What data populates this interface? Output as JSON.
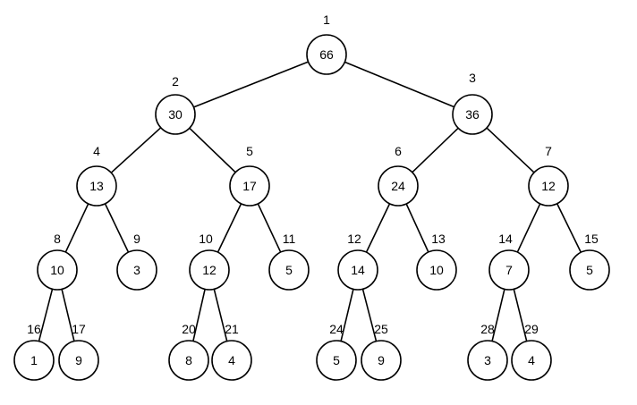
{
  "tree": {
    "nodes": [
      {
        "id": 1,
        "value": "66",
        "index_label": "1"
      },
      {
        "id": 2,
        "value": "30",
        "index_label": "2"
      },
      {
        "id": 3,
        "value": "36",
        "index_label": "3"
      },
      {
        "id": 4,
        "value": "13",
        "index_label": "4"
      },
      {
        "id": 5,
        "value": "17",
        "index_label": "5"
      },
      {
        "id": 6,
        "value": "24",
        "index_label": "6"
      },
      {
        "id": 7,
        "value": "12",
        "index_label": "7"
      },
      {
        "id": 8,
        "value": "10",
        "index_label": "8"
      },
      {
        "id": 9,
        "value": "3",
        "index_label": "9"
      },
      {
        "id": 10,
        "value": "12",
        "index_label": "10"
      },
      {
        "id": 11,
        "value": "5",
        "index_label": "11"
      },
      {
        "id": 12,
        "value": "14",
        "index_label": "12"
      },
      {
        "id": 13,
        "value": "10",
        "index_label": "13"
      },
      {
        "id": 14,
        "value": "7",
        "index_label": "14"
      },
      {
        "id": 15,
        "value": "5",
        "index_label": "15"
      },
      {
        "id": 16,
        "value": "1",
        "index_label": "16"
      },
      {
        "id": 17,
        "value": "9",
        "index_label": "17"
      },
      {
        "id": 20,
        "value": "8",
        "index_label": "20"
      },
      {
        "id": 21,
        "value": "4",
        "index_label": "21"
      },
      {
        "id": 24,
        "value": "5",
        "index_label": "24"
      },
      {
        "id": 25,
        "value": "9",
        "index_label": "25"
      },
      {
        "id": 28,
        "value": "3",
        "index_label": "28"
      },
      {
        "id": 29,
        "value": "4",
        "index_label": "29"
      }
    ],
    "edges": [
      [
        1,
        2
      ],
      [
        1,
        3
      ],
      [
        2,
        4
      ],
      [
        2,
        5
      ],
      [
        3,
        6
      ],
      [
        3,
        7
      ],
      [
        4,
        8
      ],
      [
        4,
        9
      ],
      [
        5,
        10
      ],
      [
        5,
        11
      ],
      [
        6,
        12
      ],
      [
        6,
        13
      ],
      [
        7,
        14
      ],
      [
        7,
        15
      ],
      [
        8,
        16
      ],
      [
        8,
        17
      ],
      [
        10,
        20
      ],
      [
        10,
        21
      ],
      [
        12,
        24
      ],
      [
        12,
        25
      ],
      [
        14,
        28
      ],
      [
        14,
        29
      ]
    ]
  }
}
